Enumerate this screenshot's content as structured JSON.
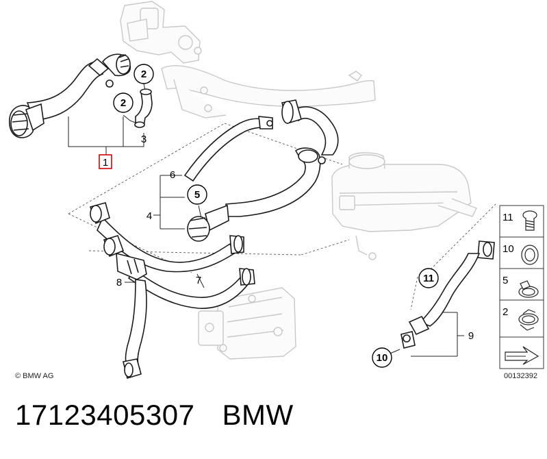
{
  "diagram": {
    "callouts": {
      "c1": "1",
      "c2a": "2",
      "c2b": "2",
      "c3": "3",
      "c4": "4",
      "c5": "5",
      "c6": "6",
      "c7": "7",
      "c8": "8",
      "c9": "9",
      "c10": "10",
      "c11": "11"
    },
    "legend": [
      {
        "number": "11",
        "icon": "bolt-icon"
      },
      {
        "number": "10",
        "icon": "seal-ring-icon"
      },
      {
        "number": "5",
        "icon": "hose-clamp-icon"
      },
      {
        "number": "2",
        "icon": "spring-clamp-icon"
      }
    ],
    "copyright": "© BMW AG",
    "drawing_number": "00132392",
    "highlight_color": "#d40000"
  },
  "footer": {
    "part_number": "17123405307",
    "brand": "BMW"
  }
}
